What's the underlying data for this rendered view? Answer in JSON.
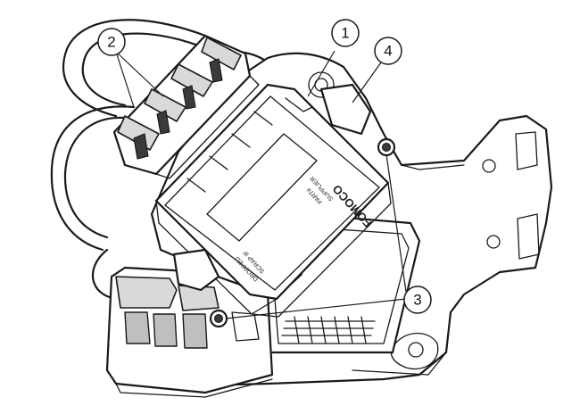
{
  "callouts": [
    {
      "id": "1",
      "label": "1"
    },
    {
      "id": "2",
      "label": "2"
    },
    {
      "id": "3",
      "label": "3"
    },
    {
      "id": "4",
      "label": "4"
    }
  ],
  "module_labels": {
    "brand": "FOMOCO",
    "line1": "SUPPLIER",
    "line2": "PART#",
    "line3": "SCRAP IF",
    "line4": "DROPPED"
  },
  "colors": {
    "line": "#1a1a1a",
    "background": "#ffffff",
    "shade": "#d9d9d9"
  }
}
